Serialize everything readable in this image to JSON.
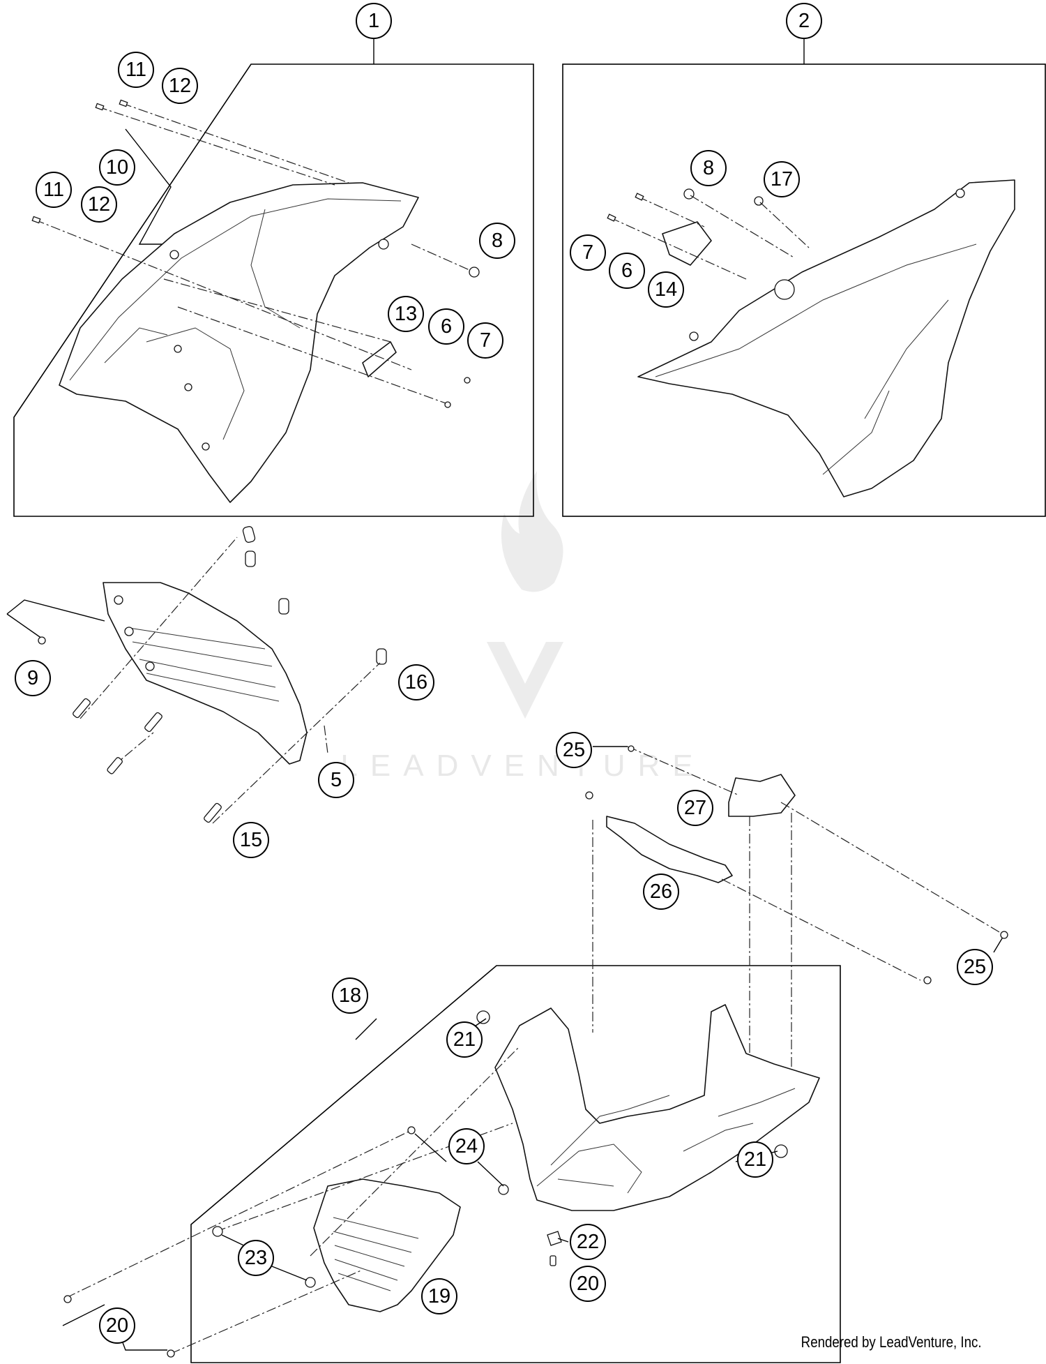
{
  "callouts": [
    {
      "label": "1"
    },
    {
      "label": "2"
    },
    {
      "label": "11"
    },
    {
      "label": "12"
    },
    {
      "label": "10"
    },
    {
      "label": "11"
    },
    {
      "label": "12"
    },
    {
      "label": "8"
    },
    {
      "label": "13"
    },
    {
      "label": "6"
    },
    {
      "label": "7"
    },
    {
      "label": "8"
    },
    {
      "label": "17"
    },
    {
      "label": "7"
    },
    {
      "label": "6"
    },
    {
      "label": "14"
    },
    {
      "label": "9"
    },
    {
      "label": "16"
    },
    {
      "label": "5"
    },
    {
      "label": "15"
    },
    {
      "label": "25"
    },
    {
      "label": "27"
    },
    {
      "label": "26"
    },
    {
      "label": "25"
    },
    {
      "label": "18"
    },
    {
      "label": "21"
    },
    {
      "label": "24"
    },
    {
      "label": "21"
    },
    {
      "label": "23"
    },
    {
      "label": "22"
    },
    {
      "label": "20"
    },
    {
      "label": "19"
    },
    {
      "label": "20"
    }
  ],
  "watermark": {
    "brand": "LEADVENTURE"
  },
  "credit": "Rendered by LeadVenture, Inc."
}
